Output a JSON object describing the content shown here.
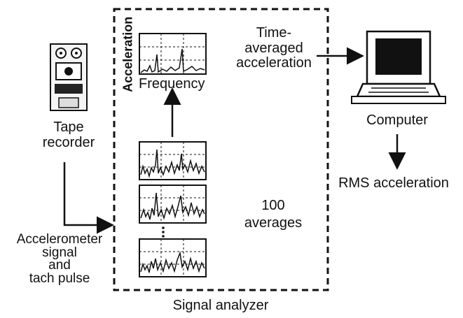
{
  "labels": {
    "tape_recorder": [
      "Tape",
      "recorder"
    ],
    "accelerometer_signal": [
      "Accelerometer",
      "signal",
      "and",
      "tach pulse"
    ],
    "signal_analyzer": "Signal analyzer",
    "acceleration_axis": "Acceleration",
    "frequency_axis": "Frequency",
    "time_averaged": [
      "Time-",
      "averaged",
      "acceleration"
    ],
    "averages": [
      "100",
      "averages"
    ],
    "computer": "Computer",
    "rms_acceleration": "RMS acceleration"
  },
  "icons": {
    "tape_recorder": "tape-recorder-icon",
    "computer": "computer-icon",
    "spectrum": "spectrum-plot-icon"
  },
  "colors": {
    "ink": "#111111",
    "background": "#ffffff"
  }
}
